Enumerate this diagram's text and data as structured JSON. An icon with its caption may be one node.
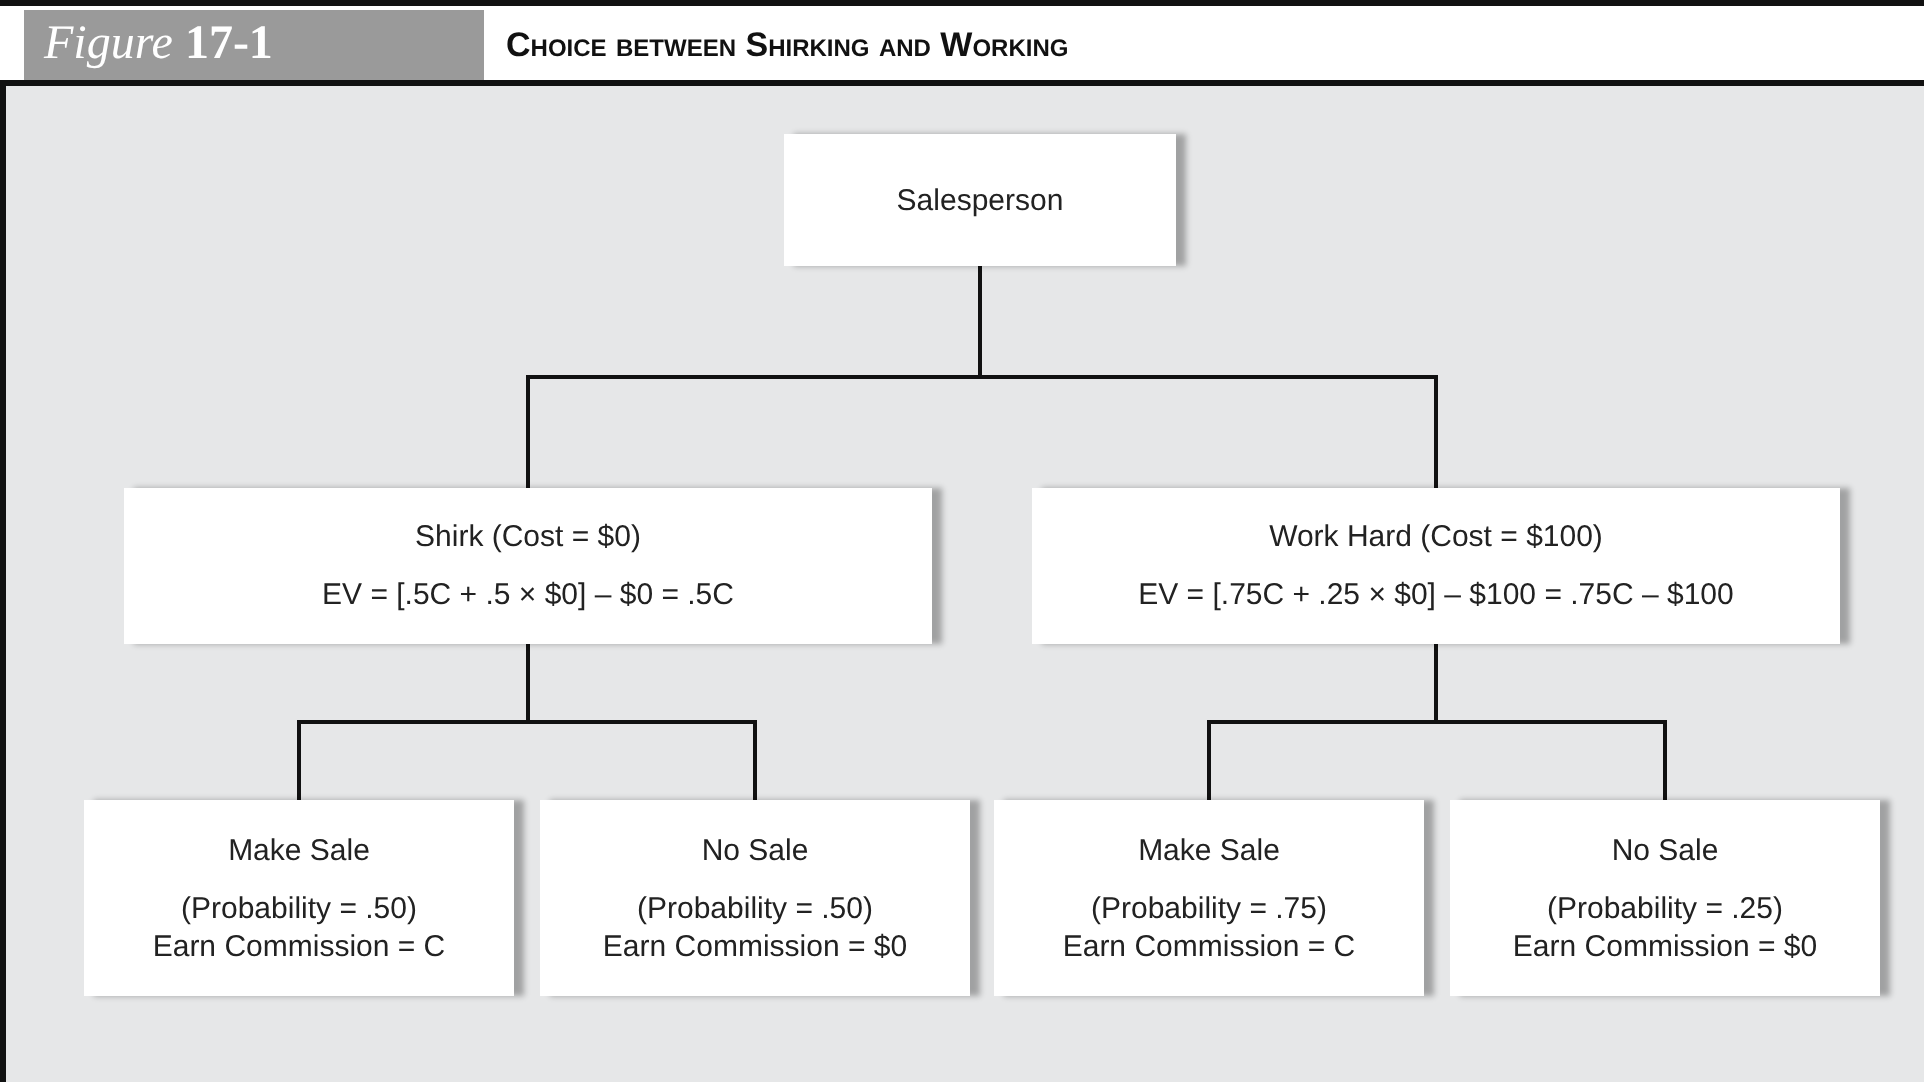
{
  "diagram": {
    "title": "Choice between Shirking and Working",
    "nodes": [
      {
        "text": [
          "Salesperson"
        ]
      },
      {
        "text": [
          "Shirk (Cost = $0)",
          "EV = [.5C + .5 × $0] – $0 = .5C"
        ]
      },
      {
        "text": [
          "Work Hard (Cost = $100)",
          "EV = [.75C + .25 × $0] – $100 = .75C – $100"
        ]
      },
      {
        "text": [
          "Make Sale",
          "(Probability = .50)",
          "Earn Commission = C"
        ]
      },
      {
        "text": [
          "No Sale",
          "(Probability = .50)",
          "Earn Commission = $0"
        ]
      },
      {
        "text": [
          "Make Sale",
          "(Probability = .75)",
          "Earn Commission = C"
        ]
      },
      {
        "text": [
          "No Sale",
          "(Probability = .25)",
          "Earn Commission = $0"
        ]
      }
    ],
    "edges": [
      {
        "from": 0,
        "to": 1,
        "arrow": "none"
      },
      {
        "from": 0,
        "to": 2,
        "arrow": "none"
      },
      {
        "from": 1,
        "to": 3,
        "arrow": "none"
      },
      {
        "from": 1,
        "to": 4,
        "arrow": "none"
      },
      {
        "from": 2,
        "to": 5,
        "arrow": "none"
      },
      {
        "from": 2,
        "to": 6,
        "arrow": "none"
      }
    ],
    "labels": [
      "*Figure* **17-1**"
    ]
  }
}
